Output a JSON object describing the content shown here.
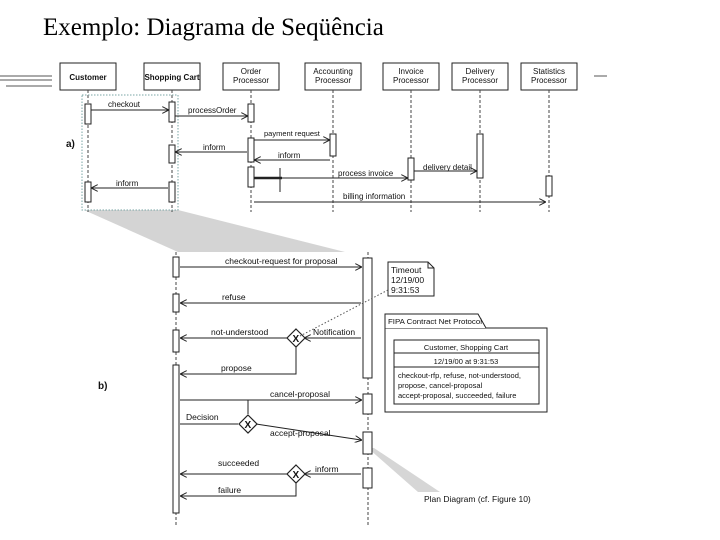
{
  "slide": {
    "title": "Exemplo: Diagrama de Seqüência"
  },
  "part_a": {
    "label": "a)",
    "lifelines": [
      {
        "id": "customer",
        "lines": [
          "Customer"
        ]
      },
      {
        "id": "shopping-cart",
        "lines": [
          "Shopping Cart"
        ]
      },
      {
        "id": "order-processor",
        "lines": [
          "Order",
          "Processor"
        ]
      },
      {
        "id": "accounting-processor",
        "lines": [
          "Accounting",
          "Processor"
        ]
      },
      {
        "id": "invoice-processor",
        "lines": [
          "Invoice",
          "Processor"
        ]
      },
      {
        "id": "delivery-processor",
        "lines": [
          "Delivery",
          "Processor"
        ]
      },
      {
        "id": "statistics-processor",
        "lines": [
          "Statistics",
          "Processor"
        ]
      }
    ],
    "messages": [
      "checkout",
      "processOrder",
      "payment request",
      "inform",
      "inform",
      "process invoice",
      "delivery detail",
      "inform",
      "billing information"
    ]
  },
  "part_b": {
    "label": "b)",
    "messages": [
      "checkout-request for proposal",
      "refuse",
      "not-understood",
      "Notification",
      "propose",
      "cancel-proposal",
      "Decision",
      "accept-proposal",
      "succeeded",
      "inform",
      "failure"
    ],
    "timeout_note": [
      "Timeout",
      "12/19/00",
      "9:31:53"
    ],
    "fipa": {
      "title": "FIPA Contract Net Protocol",
      "header": "Customer, Shopping Cart",
      "subheader": "12/19/00 at 9:31:53",
      "lines": [
        "checkout-rfp, refuse, not-understood,",
        "propose, cancel-proposal",
        "accept-proposal, succeeded, failure"
      ]
    },
    "plan_caption": "Plan Diagram (cf. Figure 10)"
  },
  "colors": {
    "line": "#222222",
    "dotted_box": "#7aa6a6",
    "projection": "#c8c8c8"
  }
}
